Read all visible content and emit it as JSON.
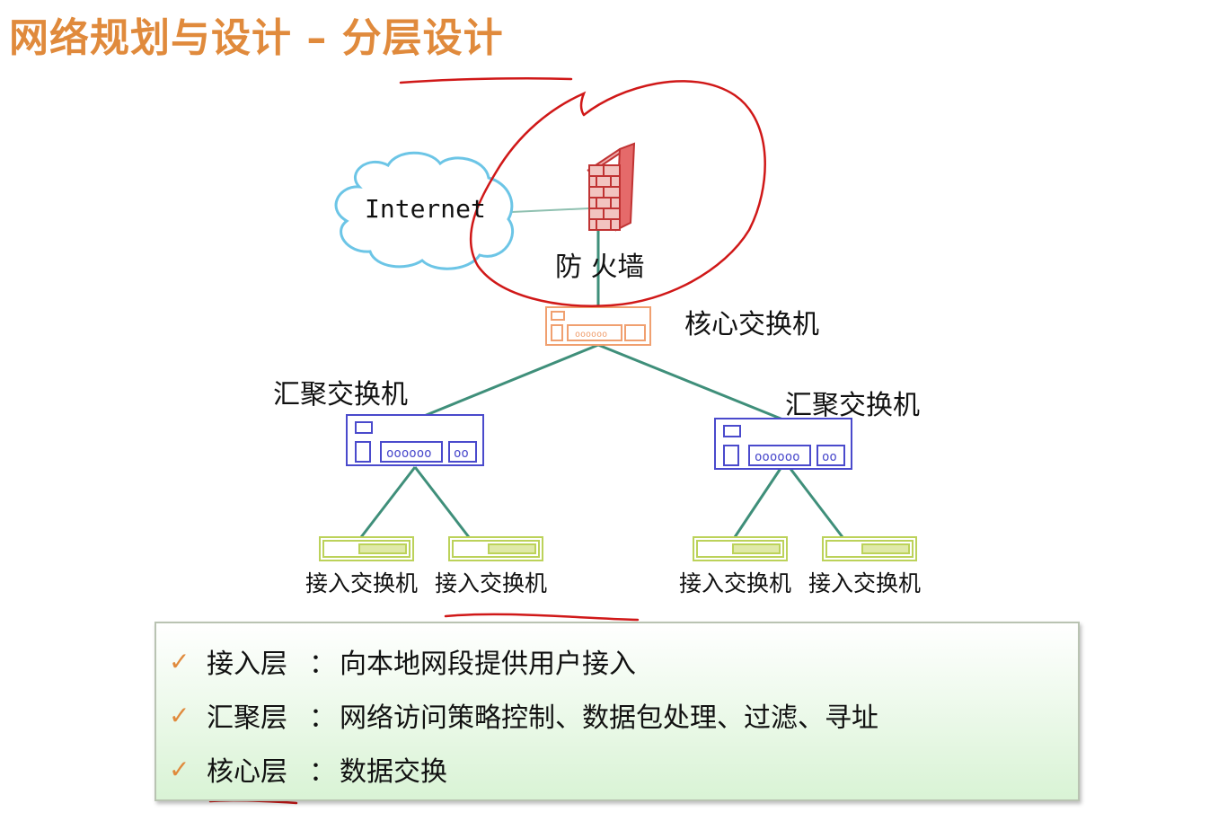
{
  "title": "网络规划与设计 – 分层设计",
  "diagram": {
    "internet": "Internet",
    "firewall": "防  火墙",
    "core_switch": "核心交换机",
    "aggregation_switch_left": "汇聚交换机",
    "aggregation_switch_right": "汇聚交换机",
    "access_switches": [
      "接入交换机",
      "接入交换机",
      "接入交换机",
      "接入交换机"
    ],
    "colors": {
      "title": "#e08a3c",
      "cloud": "#6cc5e6",
      "firewall": "#d94b4b",
      "core": "#f0a070",
      "aggregation": "#4a4acc",
      "access": "#bcd25a",
      "link": "#3f8f7a",
      "annotation": "#d01818"
    }
  },
  "legend": {
    "check_icon": "✓",
    "separator": "：",
    "rows": [
      {
        "term": "接入层",
        "desc": "向本地网段提供用户接入"
      },
      {
        "term": "汇聚层",
        "desc": "网络访问策略控制、数据包处理、过滤、寻址"
      },
      {
        "term": "核心层",
        "desc": "数据交换"
      }
    ]
  }
}
